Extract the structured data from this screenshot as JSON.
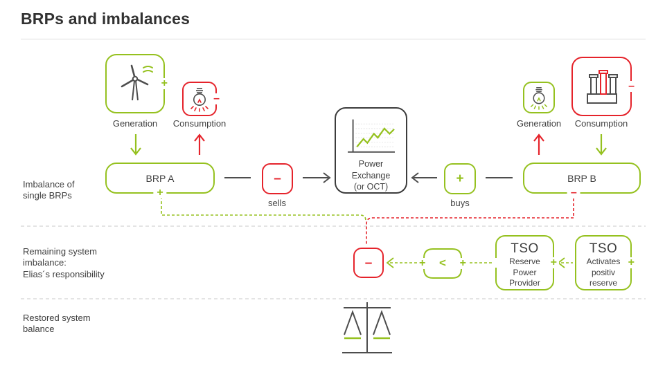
{
  "title": "BRPs and imbalances",
  "colors": {
    "green": "#95C11F",
    "red": "#E5232B",
    "dark": "#3F3F3F",
    "line": "#4D4D4D",
    "divider": "#DBDBDB"
  },
  "row_labels": {
    "imbalance": [
      "Imbalance of",
      "single BRPs"
    ],
    "remaining": [
      "Remaining system",
      "imbalance:",
      "Elias´s responsibility"
    ],
    "restored": [
      "Restored system",
      "balance"
    ]
  },
  "left_group": {
    "generation_label": "Generation",
    "generation_sign": "+",
    "consumption_label": "Consumption",
    "consumption_sign": "–"
  },
  "right_group": {
    "generation_label": "Generation",
    "consumption_label": "Consumption",
    "consumption_sign": "–"
  },
  "brp_a": {
    "label": "BRP A",
    "sign": "+"
  },
  "brp_b": {
    "label": "BRP B",
    "sign": "–"
  },
  "sells": {
    "sign": "–",
    "label": "sells"
  },
  "buys": {
    "sign": "+",
    "label": "buys"
  },
  "power_exchange": {
    "lines": [
      "Power",
      "Exchange",
      "(or OCT)"
    ]
  },
  "middle_row": {
    "deficit_sign": "–",
    "bracket": {
      "left_sign": "+",
      "compare": "<",
      "right_sign": "+"
    },
    "tso1": {
      "title": "TSO",
      "lines": [
        "Reserve",
        "Power",
        "Provider"
      ],
      "sign": "+"
    },
    "tso2": {
      "title": "TSO",
      "lines": [
        "Activates",
        "positiv",
        "reserve"
      ],
      "sign": "+"
    }
  }
}
